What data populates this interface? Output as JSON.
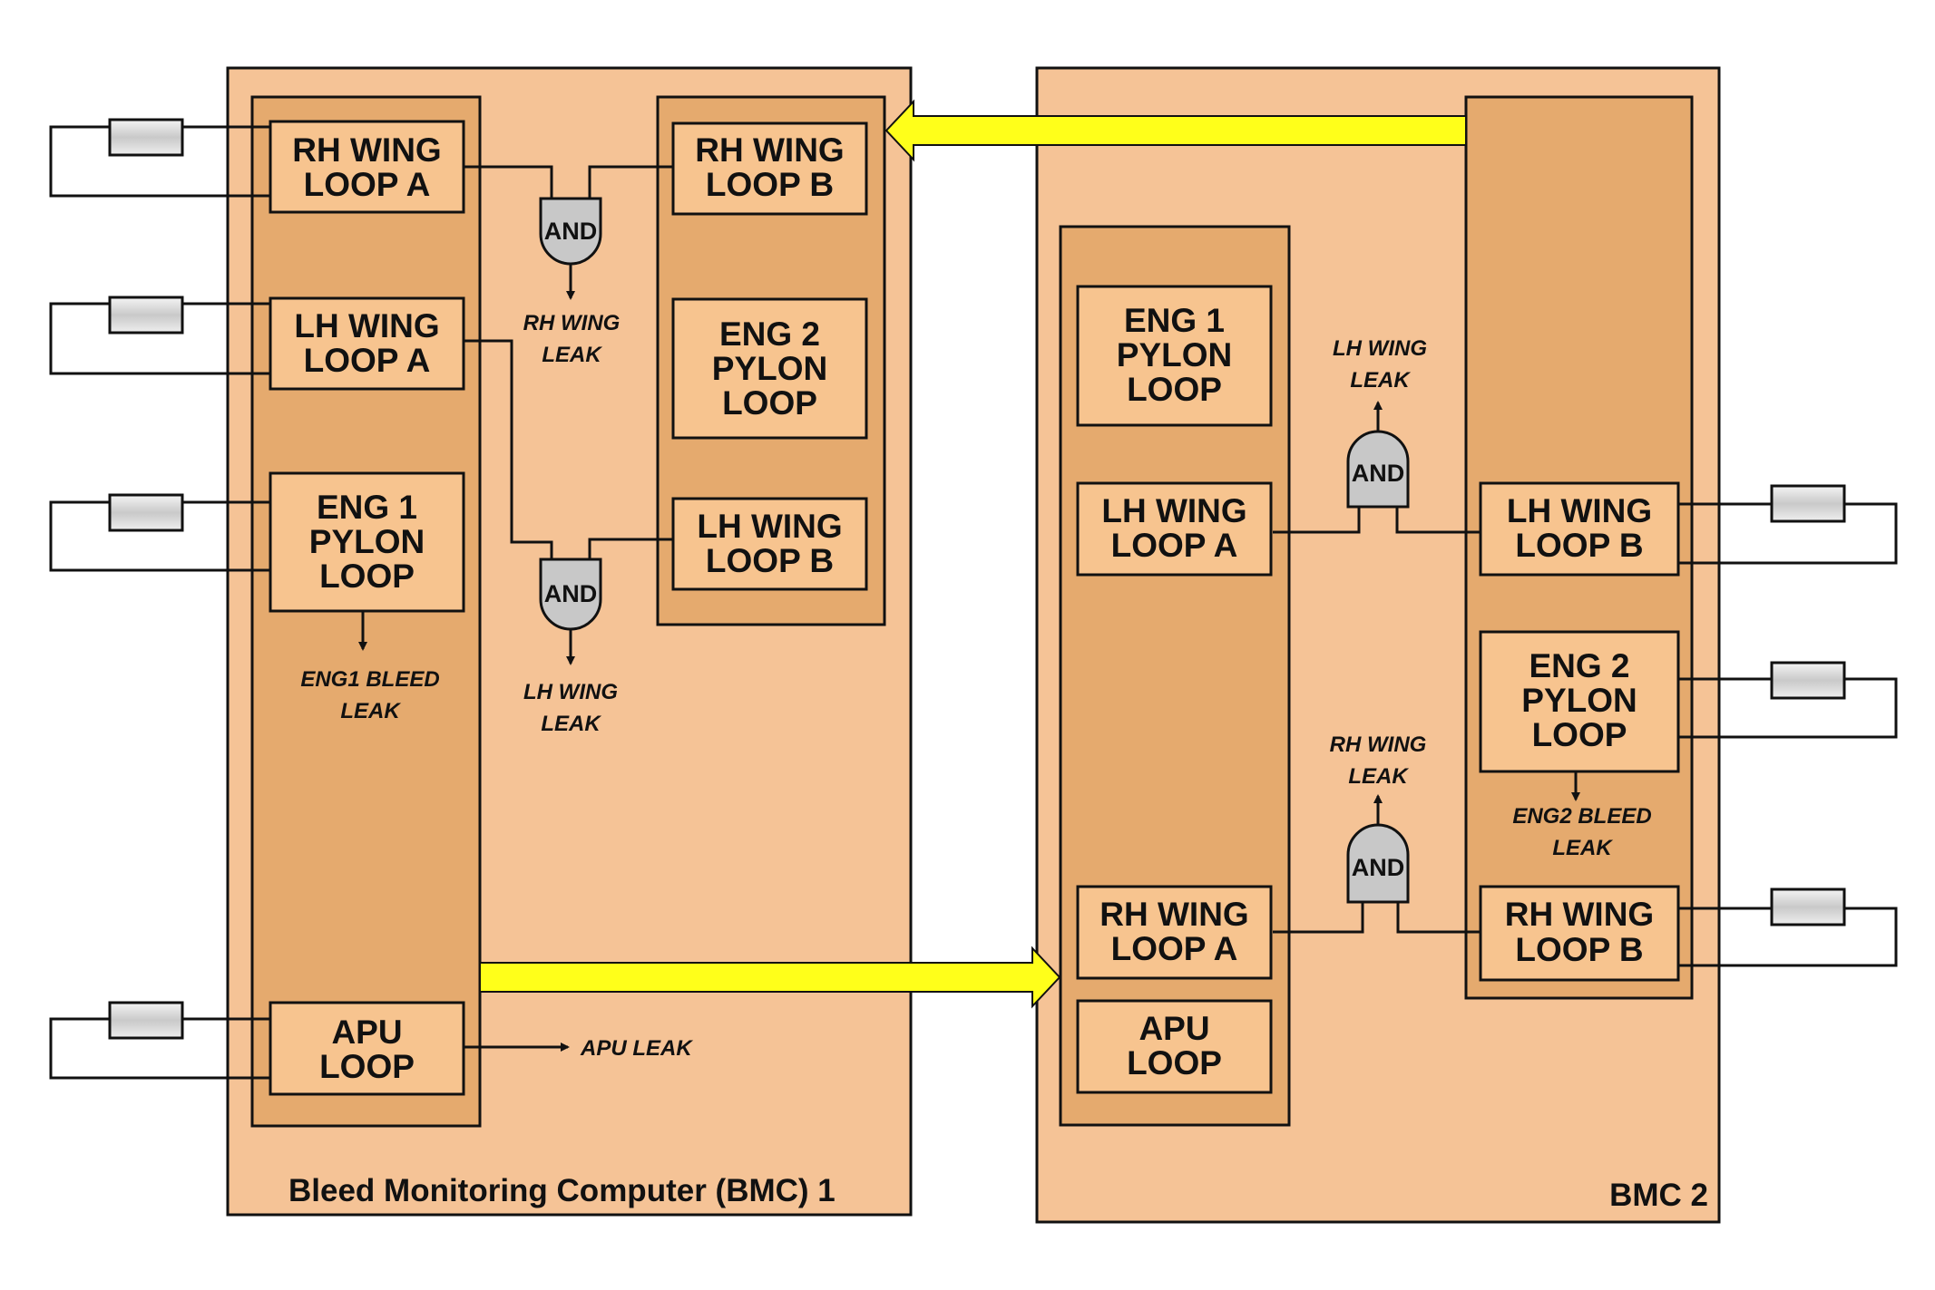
{
  "diagram": {
    "colors": {
      "panel": "#f5c396",
      "column": "#e5aa6e",
      "box": "#f7c48f",
      "gate": "#c8c8c8",
      "bus_arrow": "#ffff1a",
      "sensor": "#d9d9d9",
      "line": "#111111"
    },
    "bmc1": {
      "title": "Bleed Monitoring Computer (BMC) 1",
      "loops": {
        "rh_wing_a": [
          "RH WING",
          "LOOP A"
        ],
        "lh_wing_a": [
          "LH WING",
          "LOOP A"
        ],
        "eng1_pylon": [
          "ENG 1",
          "PYLON",
          "LOOP"
        ],
        "apu": [
          "APU",
          "LOOP"
        ],
        "rh_wing_b": [
          "RH WING",
          "LOOP B"
        ],
        "eng2_pylon": [
          "ENG 2",
          "PYLON",
          "LOOP"
        ],
        "lh_wing_b": [
          "LH WING",
          "LOOP B"
        ]
      },
      "gates": {
        "rh_and": "AND",
        "lh_and": "AND"
      },
      "outputs": {
        "rh_wing_leak": [
          "RH WING",
          "LEAK"
        ],
        "lh_wing_leak": [
          "LH WING",
          "LEAK"
        ],
        "eng1_bleed_leak": [
          "ENG1 BLEED",
          "LEAK"
        ],
        "apu_leak": "APU LEAK"
      }
    },
    "bmc2": {
      "title": "BMC 2",
      "loops": {
        "eng1_pylon": [
          "ENG 1",
          "PYLON",
          "LOOP"
        ],
        "lh_wing_a": [
          "LH WING",
          "LOOP A"
        ],
        "rh_wing_a": [
          "RH WING",
          "LOOP A"
        ],
        "apu": [
          "APU",
          "LOOP"
        ],
        "lh_wing_b": [
          "LH WING",
          "LOOP B"
        ],
        "eng2_pylon": [
          "ENG 2",
          "PYLON",
          "LOOP"
        ],
        "rh_wing_b": [
          "RH WING",
          "LOOP B"
        ]
      },
      "gates": {
        "lh_and": "AND",
        "rh_and": "AND"
      },
      "outputs": {
        "lh_wing_leak": [
          "LH WING",
          "LEAK"
        ],
        "rh_wing_leak": [
          "RH WING",
          "LEAK"
        ],
        "eng2_bleed_leak": [
          "ENG2 BLEED",
          "LEAK"
        ]
      }
    }
  }
}
